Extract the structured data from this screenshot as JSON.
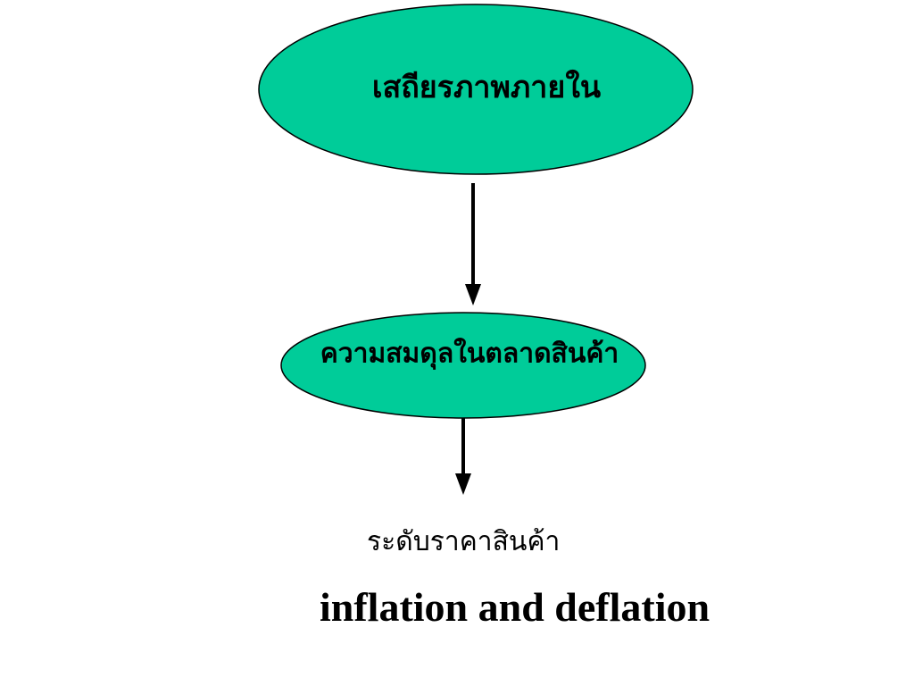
{
  "diagram": {
    "nodes": [
      {
        "id": "internal-stability",
        "label": "เสถียรภาพภายใน"
      },
      {
        "id": "goods-market-equilibrium",
        "label": "ความสมดุลในตลาดสินค้า"
      }
    ],
    "result_label": "ระดับราคาสินค้า",
    "caption": "inflation and deflation",
    "colors": {
      "node_fill": "#00CC99",
      "node_stroke": "#000000",
      "arrow": "#000000",
      "background": "#FFFFFF"
    }
  }
}
